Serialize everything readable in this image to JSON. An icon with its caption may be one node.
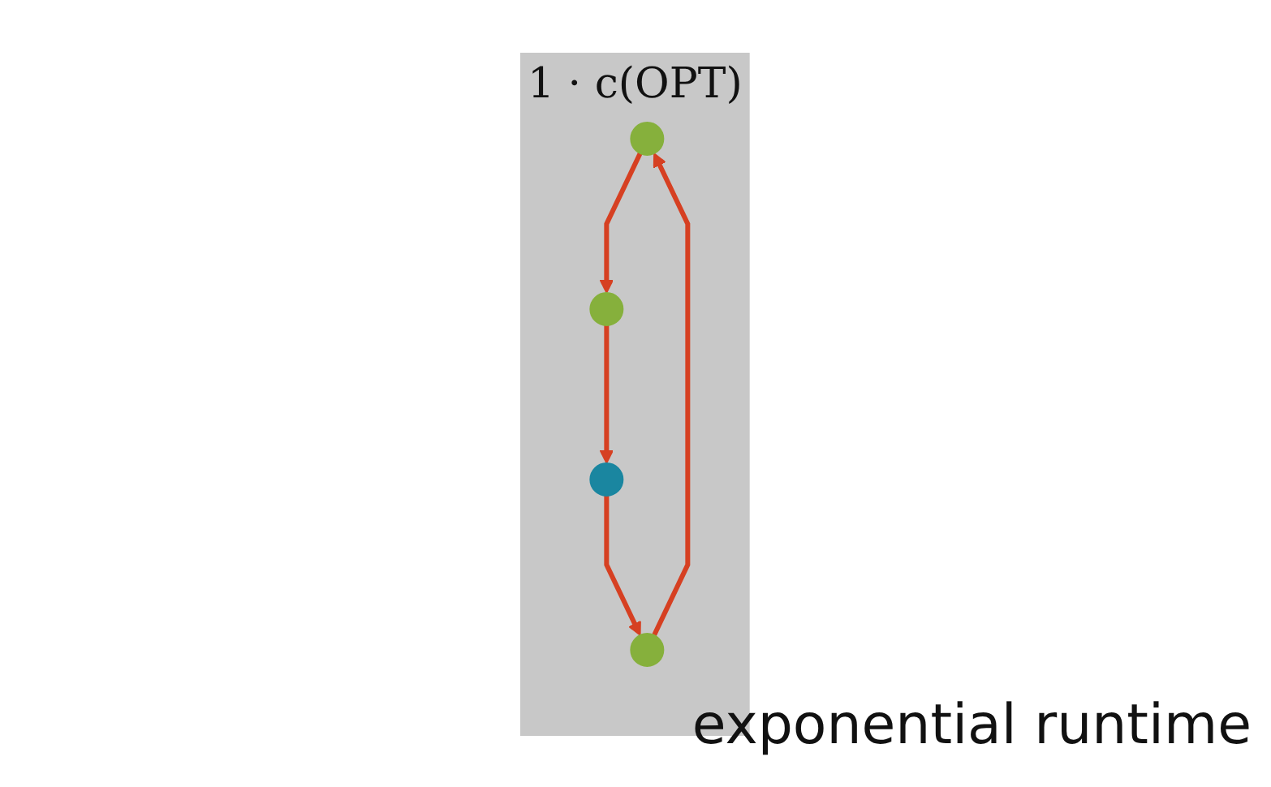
{
  "diagram": {
    "nodes": [
      {
        "text": [
          "1 · c(OPT)"
        ]
      },
      {
        "text": [],
        "shape": "circle",
        "in": 0
      },
      {
        "text": [],
        "shape": "circle",
        "in": 0
      },
      {
        "text": [],
        "shape": "circle",
        "in": 0
      },
      {
        "text": [],
        "shape": "circle",
        "in": 0
      }
    ],
    "edges": [
      {
        "from": 2,
        "to": 1,
        "arrow": "to"
      },
      {
        "from": 1,
        "to": 3,
        "arrow": "to"
      },
      {
        "from": 3,
        "to": 4,
        "arrow": "to"
      },
      {
        "from": 4,
        "to": 2,
        "arrow": "to"
      }
    ],
    "labels": [
      "exponential runtime"
    ]
  }
}
